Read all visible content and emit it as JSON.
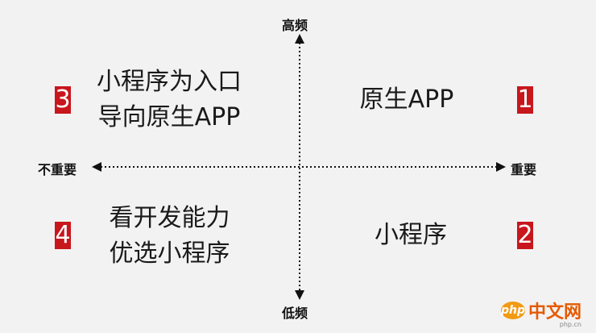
{
  "axes": {
    "top": "高频",
    "bottom": "低频",
    "left": "不重要",
    "right": "重要"
  },
  "quadrants": [
    {
      "number": "3",
      "lines": [
        "小程序为入口",
        "导向原生APP"
      ]
    },
    {
      "number": "1",
      "lines": [
        "原生APP"
      ]
    },
    {
      "number": "4",
      "lines": [
        "看开发能力",
        "优选小程序"
      ]
    },
    {
      "number": "2",
      "lines": [
        "小程序"
      ]
    }
  ],
  "badge_color": "#c8161d",
  "watermark": {
    "logo_text": "中文网",
    "logo_prefix": "php",
    "subtext": "php.cn"
  }
}
